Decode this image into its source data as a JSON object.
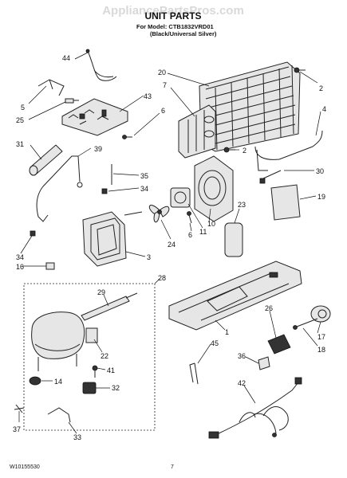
{
  "header": {
    "watermark": "AppliancePartsPros.com",
    "title": "UNIT PARTS",
    "model_line": "For Model: CTB1832VRD01",
    "color_line": "(Black/Universal Silver)"
  },
  "footer": {
    "doc_number": "W10155530",
    "page_number": "7"
  },
  "callouts": [
    "44",
    "20",
    "7",
    "2",
    "5",
    "43",
    "25",
    "6",
    "4",
    "31",
    "39",
    "2",
    "35",
    "30",
    "34",
    "19",
    "23",
    "10",
    "6",
    "11",
    "34",
    "24",
    "3",
    "16",
    "28",
    "29",
    "26",
    "1",
    "17",
    "22",
    "18",
    "45",
    "36",
    "41",
    "14",
    "32",
    "42",
    "37",
    "33"
  ]
}
